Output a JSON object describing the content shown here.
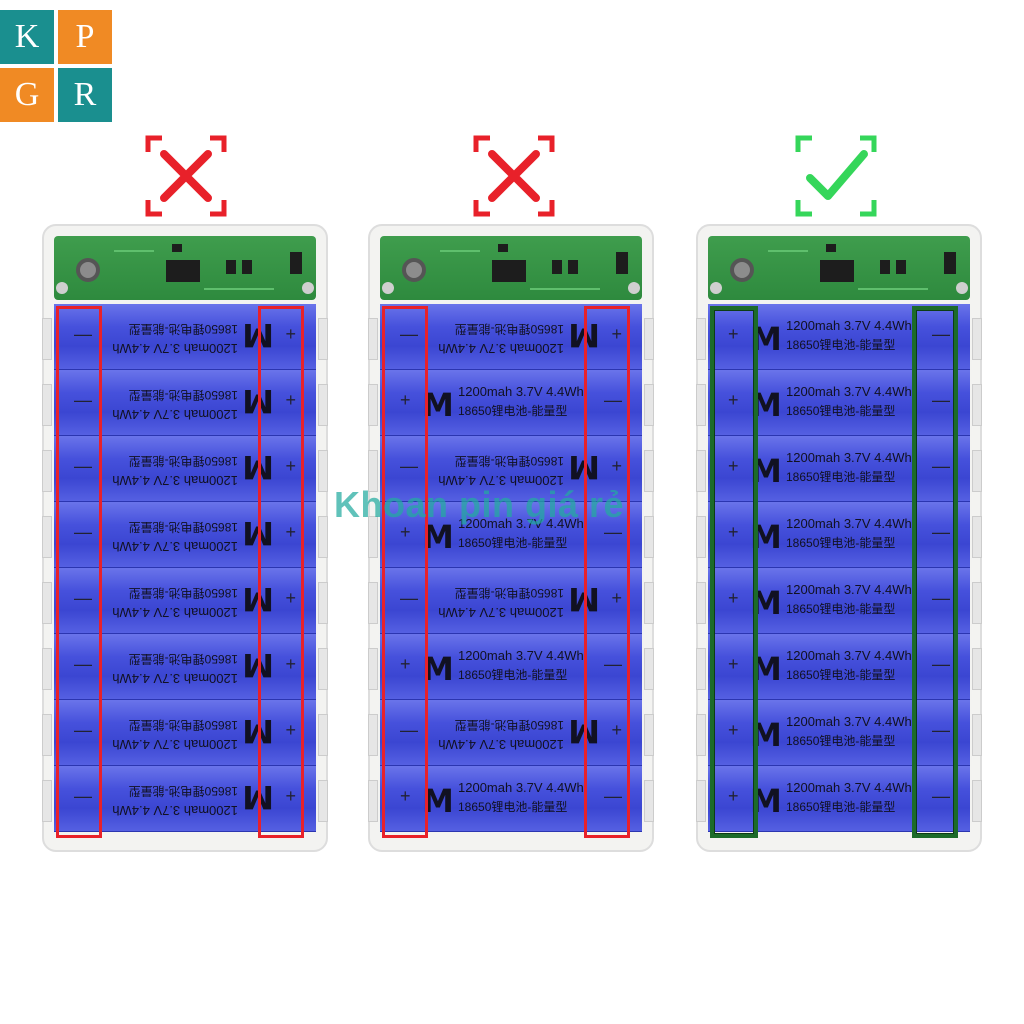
{
  "logo": {
    "letters": [
      "K",
      "P",
      "G",
      "R"
    ],
    "colors": [
      "#1a8f8f",
      "#f08a24",
      "#f08a24",
      "#1a8f8f"
    ]
  },
  "marks": [
    {
      "kind": "cross",
      "color": "#e8212a"
    },
    {
      "kind": "cross",
      "color": "#e8212a"
    },
    {
      "kind": "check",
      "color": "#35d65a"
    }
  ],
  "battery": {
    "brand_mark": "M",
    "capacity_line": "1200mah  3.7V  4.4Wh",
    "type_line": "18650锂电池-能量型",
    "plus": "+",
    "minus": "—"
  },
  "panels": [
    {
      "verdict": "wrong",
      "orientation": [
        "flip",
        "flip",
        "flip",
        "flip",
        "flip",
        "flip",
        "flip",
        "flip"
      ]
    },
    {
      "verdict": "wrong",
      "orientation": [
        "flip",
        "up",
        "flip",
        "up",
        "flip",
        "up",
        "flip",
        "up"
      ]
    },
    {
      "verdict": "correct",
      "orientation": [
        "up",
        "up",
        "up",
        "up",
        "up",
        "up",
        "up",
        "up"
      ]
    }
  ],
  "watermark": "Khoan pin giá rẻ"
}
